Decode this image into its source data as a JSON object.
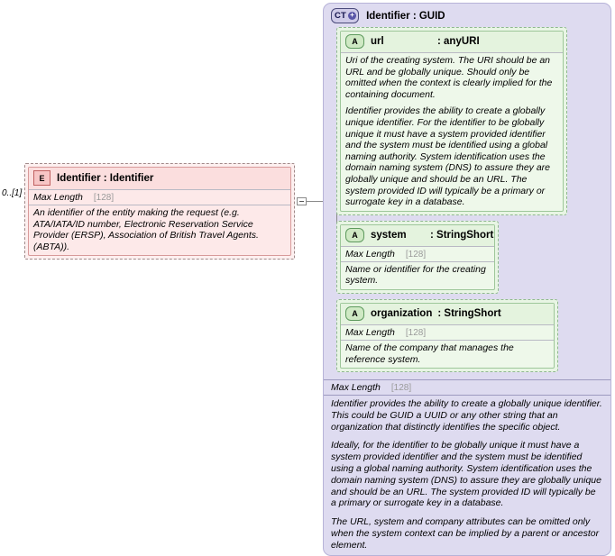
{
  "diagram": {
    "type": "xsd-schema-documentation",
    "element_box": {
      "badge": "E",
      "badge_icon_name": "element-badge-icon",
      "title": "Identifier : Identifier",
      "cardinality": "0..[1]",
      "facet": {
        "label": "Max Length",
        "value": "[128]"
      },
      "documentation": [
        "An identifier of the entity making the request (e.g. ATA/IATA/ID number, Electronic Reservation Service Provider (ERSP), Association of British Travel Agents.(ABTA))."
      ]
    },
    "complex_type": {
      "badge": "CT",
      "badge_icon_name": "complextype-badge-icon",
      "expand_icon_name": "plus-icon",
      "title": "Identifier : GUID",
      "facet": {
        "label": "Max Length",
        "value": "[128]"
      },
      "documentation": [
        "Identifier provides the ability to create a globally unique identifier.   This could be GUID a UUID or any other string that an organization that distinctly identifies the specific object.",
        "Ideally, for the identifier to be globally unique it must have a system provided identifier and the system must be identified using a global naming authority. System identification uses the domain naming system (DNS) to assure they are globally unique and should be an URL. The system provided ID will typically be a primary or surrogate key in a database.",
        "The URL, system and company attributes can be omitted only when the system context can be implied by a parent or ancestor element."
      ],
      "attributes": [
        {
          "badge": "A",
          "badge_icon_name": "attribute-badge-icon",
          "name": "url",
          "type": ": anyURI",
          "facet": null,
          "documentation": [
            "Uri of the creating system. The URI should be an URL and be globally unique.  Should only be omitted when the context is clearly implied for the containing document.",
            "Identifier provides the ability to create a globally unique identifier. For the identifier to be globally unique it must have a system provided identifier and the system must be identified using a global naming authority. System identification uses the domain naming system (DNS) to assure they are globally unique and should be an URL. The system provided ID will typically be a primary or surrogate key in a database."
          ]
        },
        {
          "badge": "A",
          "badge_icon_name": "attribute-badge-icon",
          "name": "system",
          "type": ": StringShort",
          "facet": {
            "label": "Max Length",
            "value": "[128]"
          },
          "documentation": [
            "Name or identifier for the creating system."
          ]
        },
        {
          "badge": "A",
          "badge_icon_name": "attribute-badge-icon",
          "name": "organization",
          "type": ": StringShort",
          "facet": {
            "label": "Max Length",
            "value": "[128]"
          },
          "documentation": [
            "Name of the company that manages the reference system."
          ]
        }
      ]
    },
    "colors": {
      "element_fill": "#fde9e9",
      "element_border": "#d89a9a",
      "complextype_fill": "#dedbf0",
      "complextype_border": "#b7b3d8",
      "attribute_fill": "#eef8ea",
      "attribute_border": "#9ec79a",
      "connector": "#8a8a8a"
    }
  }
}
